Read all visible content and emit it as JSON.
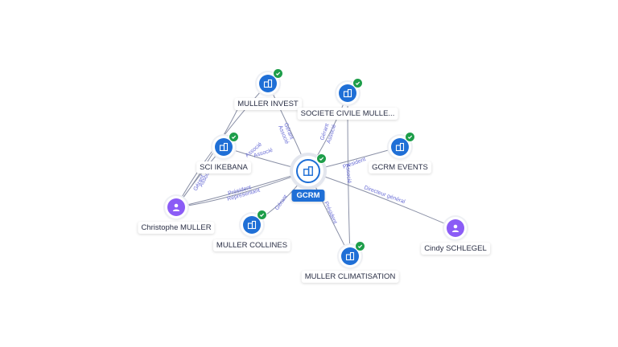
{
  "center": {
    "name": "GCRM",
    "kind": "company",
    "verified": true
  },
  "companies": [
    {
      "id": "muller-invest",
      "name": "MULLER INVEST",
      "verified": true
    },
    {
      "id": "societe-civile",
      "name": "SOCIETE CIVILE MULLE...",
      "verified": true
    },
    {
      "id": "sci-ikebana",
      "name": "SCI IKEBANA",
      "verified": true
    },
    {
      "id": "gcrm-events",
      "name": "GCRM EVENTS",
      "verified": true
    },
    {
      "id": "muller-collines",
      "name": "MULLER COLLINES",
      "verified": true
    },
    {
      "id": "muller-climatisation",
      "name": "MULLER CLIMATISATION",
      "verified": true
    }
  ],
  "people": [
    {
      "id": "christophe-muller",
      "name": "Christophe MULLER"
    },
    {
      "id": "cindy-schlegel",
      "name": "Cindy SCHLEGEL"
    }
  ],
  "relations": {
    "muller_invest_to_gcrm": [
      "Gérant",
      "Associé"
    ],
    "societe_civile_to_gcrm": [
      "Gérant",
      "Associé"
    ],
    "sci_ikebana_to_gcrm": [
      "Associé"
    ],
    "christophe_to_sci_ikebana": [
      "Gérant",
      "Associé"
    ],
    "christophe_to_gcrm": [
      "Président",
      "Représentant"
    ],
    "christophe_to_muller_invest": [
      "Associé"
    ],
    "gcrm_to_gcrm_events": [
      "Président"
    ],
    "gcrm_to_muller_collines": [
      "Gérant"
    ],
    "gcrm_to_muller_climatisation": [
      "Président"
    ],
    "societe_civile_to_muller_climatisation": [
      "Associé"
    ],
    "cindy_to_gcrm": [
      "Directeur général"
    ]
  },
  "colors": {
    "company": "#1f6fd6",
    "person": "#8b5cf6",
    "verified": "#1e9e4a",
    "edge": "#8a90a6",
    "relation_label": "#6b6fd6"
  },
  "icons": {
    "company": "building-icon",
    "person": "person-icon",
    "verified": "check-badge-icon"
  }
}
